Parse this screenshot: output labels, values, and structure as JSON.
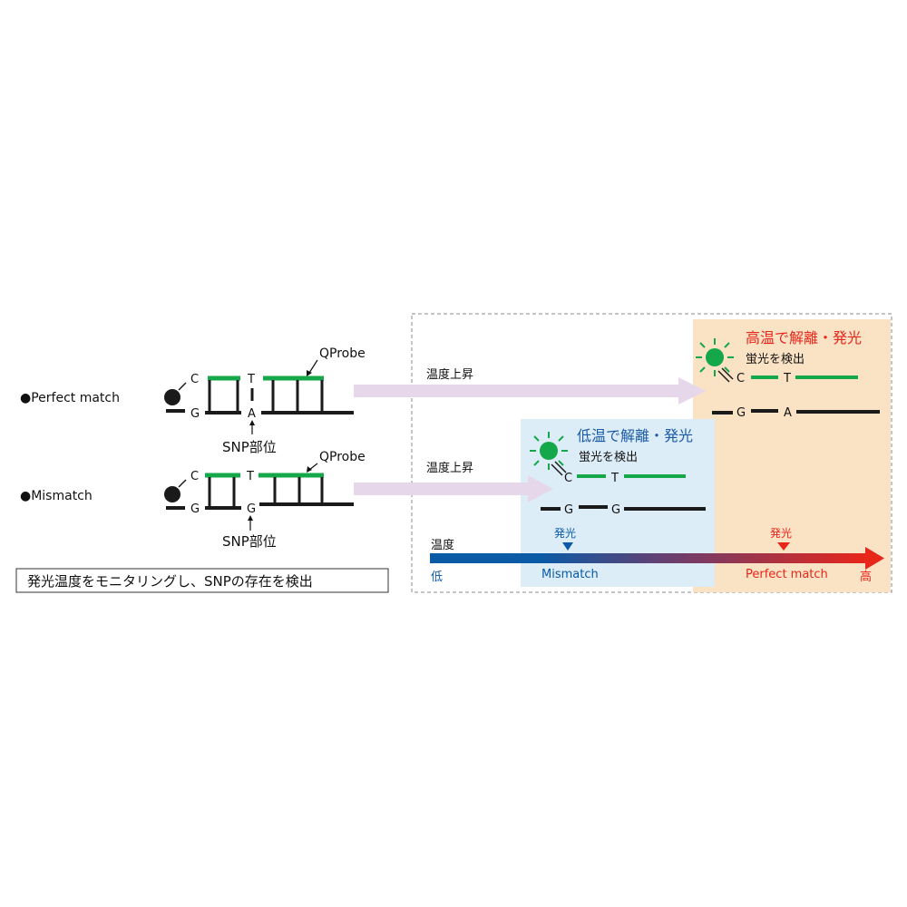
{
  "left": {
    "perfect_label": "●Perfect match",
    "mismatch_label": "●Mismatch",
    "probe_label": "QProbe",
    "snp_label": "SNP部位",
    "caption": "発光温度をモニタリングし、SNPの存在を検出",
    "perfect": {
      "top_c": "C",
      "top_t": "T",
      "bot_g": "G",
      "bot_a": "A"
    },
    "mismatch": {
      "top_c": "C",
      "top_t": "T",
      "bot_g": "G",
      "bot_g2": "G"
    }
  },
  "arrows": {
    "upper_label": "温度上昇",
    "lower_label": "温度上昇"
  },
  "high_panel": {
    "title": "高温で解離・発光",
    "subtitle": "蛍光を検出",
    "top_c": "C",
    "top_t": "T",
    "bot_g": "G",
    "bot_a": "A"
  },
  "low_panel": {
    "title": "低温で解離・発光",
    "subtitle": "蛍光を検出",
    "top_c": "C",
    "top_t": "T",
    "bot_g": "G",
    "bot_g2": "G"
  },
  "temp_axis": {
    "title": "温度",
    "low": "低",
    "high": "高",
    "mismatch_emit": "発光",
    "mismatch_label": "Mismatch",
    "perfect_emit": "発光",
    "perfect_label": "Perfect match"
  },
  "colors": {
    "probe_green": "#14a84a",
    "dna_black": "#1a1a1a",
    "arrow_lavender": "#e6d8ea",
    "high_panel_bg": "#fae2c5",
    "low_panel_bg": "#dcedf8",
    "low_title": "#1a5aa6",
    "high_title": "#e8261a",
    "axis_blue": "#0a5aa6",
    "axis_red": "#e8261a"
  }
}
